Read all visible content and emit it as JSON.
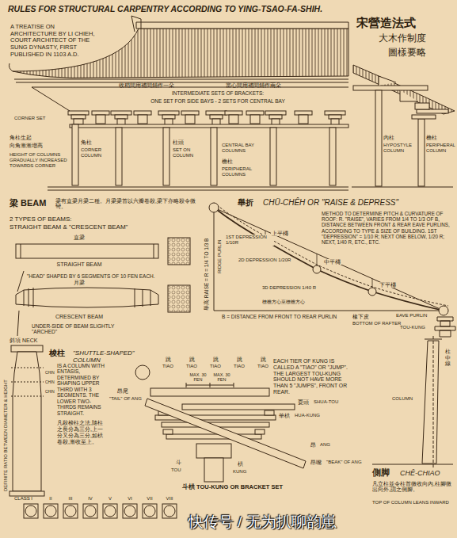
{
  "diagram": {
    "title": "RULES FOR STRUCTURAL CARPENTRY ACCORDING TO YING-TSAO-FA-SHIH.",
    "labels": [
      "宋營造法式",
      "大木作制度",
      "圖樣要略",
      "A TREATISE ON ARCHITECTURE BY LI CHIEH, COURT ARCHITECT OF THE SUNG DYNASTY, FIRST PUBLISHED IN 1103 A.D.",
      "收稍間用補間鋪作一朵",
      "當心間用補間鋪作兩朵",
      "INTERMEDIATE SETS OF BRACKETS:",
      "ONE SET FOR SIDE BAYS - 2 SETS FOR CENTRAL BAY",
      "CORNER SET",
      "角柱生起",
      "向角漸漸增高",
      "HEIGHT OF COLUMNS GRADUALLY INCREASED TOWARDS CORNER",
      "角柱",
      "CORNER COLUMN",
      "柱頭",
      "SET ON COLUMN",
      "CENTRAL BAY COLUMNS",
      "檐柱",
      "PERIPHERAL COLUMNS",
      "內柱",
      "HYPOSTYLE COLUMN",
      "檐柱",
      "PERIPHERAL COLUMN",
      "梁 BEAM",
      "梁有直梁月梁二種。月梁梁首以六瓣卷殺,梁下亦略殺令微彎。",
      "2 TYPES OF BEAMS:",
      "STRAIGHT BEAM & \"CRESCENT BEAM\"",
      "直梁",
      "STRAIGHT BEAM",
      "\"HEAD\" SHAPED BY 6 SEGMENTS OF 10 FEN EACH.",
      "月梁",
      "CRESCENT BEAM",
      "UNDER-SIDE OF BEAM SLIGHTLY \"ARCHED\"",
      "斜項 NECK",
      "舉折",
      "CHÜ-CHÊH OR \"RAISE & DEPRESS\"",
      "METHOD TO DETERMINE PITCH & CURVATURE OF ROOF: R. \"RAISE\", VARIES FROM 1/4 TO 1/3 OF B, DISTANCE BETWEEN FRONT & REAR EAVE PURLINS, ACCORDING TO TYPE & SIZE OF BUILDING. 1ST \"DEPRESSION\" = 1/10 R; NEXT ONE BELOW, 1/20 R; NEXT, 1/40 R, ETC., ETC.",
      "舉高 RAISE = R = 1/4 TO 1/3 B",
      "RIDGE PURLIN",
      "1ST DEPRESSION 1/10R",
      "上平槫",
      "2D DEPRESSION 1/20R",
      "中平槫",
      "3D DEPRESSION 1/40 R",
      "下平槫",
      "橑檐方心至橑檐方心",
      "B = DISTANCE FROM FRONT TO REAR PURLIN",
      "椽下皮",
      "BOTTOM OF RAFTER",
      "EAVE PURLIN",
      "TOU-KUNG",
      "梭柱",
      "\"SHUTTLE-SHAPED\" COLUMN",
      "CHIN",
      "CHIN",
      "CHIN",
      "IS A COLUMN WITH ENTASIS, DETERMINED BY SHAPING UPPER THIRD WITH 3 SEGMENTS. THE LOWER TWO-THIRDS REMAINS STRAIGHT.",
      "凡殺梭柱之法,隨柱之長分為三分,上一分又分為三分,如栱卷殺,漸收至上。",
      "DEFINITE RATIO BETWEEN DIAMETER & HEIGHT",
      "CLASS I",
      "II",
      "III",
      "IV",
      "V",
      "VI",
      "VII",
      "VIII",
      "跳",
      "跳",
      "跳",
      "跳",
      "跳",
      "TIAO",
      "TIAO",
      "TIAO",
      "TIAO",
      "TIAO",
      "MAX. 30 FEN",
      "MAX. 30 FEN",
      "EACH TIER OF KUNG IS CALLED A \"TIAO\" OR \"JUMP\". THE LARGEST TOU-KUNG SHOULD NOT HAVE MORE THAN 5 \"JUMPS\", FRONT OR REAR.",
      "華栱",
      "HUA-KUNG",
      "耍頭",
      "SHUA-TOU",
      "昂",
      "ANG",
      "昂嘴",
      "\"BEAK\" OF ANG",
      "昂尾",
      "\"TAIL\" OF ANG",
      "斗",
      "TOU",
      "栱",
      "KUNG",
      "斗栱 TOU-KUNG OR BRACKET SET",
      "柱中線",
      "COLUMN",
      "側脚",
      "CHÊ-CHIAO",
      "凡立柱並令柱首微收向內,柱腳微出向外,謂之側腳。",
      "TOP OF COLUMN LEANS INWARD",
      "快传号 / 无为扒聊韵崽"
    ]
  }
}
